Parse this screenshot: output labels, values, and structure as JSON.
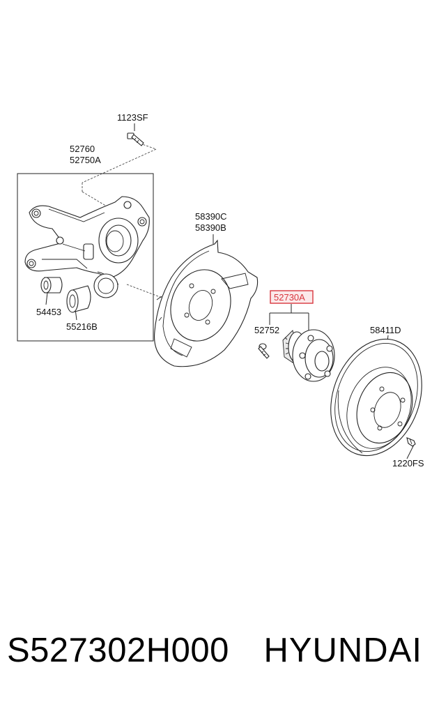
{
  "labels": {
    "bolt_top": "1123SF",
    "knuckle_1": "52760",
    "knuckle_2": "52750A",
    "bushing_1": "54453",
    "bushing_2": "55216B",
    "shield_1": "58390C",
    "shield_2": "58390B",
    "hub": "52730A",
    "hub_bolt": "52752",
    "disc": "58411D",
    "screw": "1220FS"
  },
  "highlight_color": "#d9363e",
  "footer": {
    "part_number": "S527302H000",
    "brand": "HYUNDAI"
  }
}
